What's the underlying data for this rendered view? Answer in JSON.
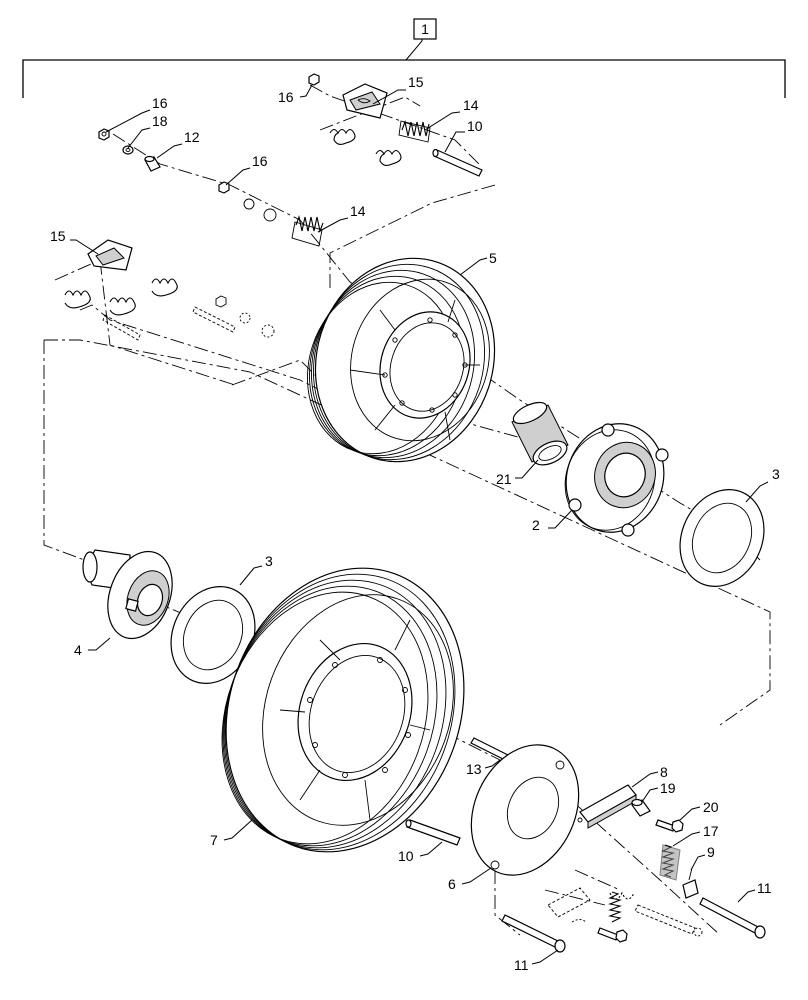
{
  "diagram": {
    "assembly_label": "1",
    "callouts": [
      {
        "id": "c16a",
        "text": "16"
      },
      {
        "id": "c18",
        "text": "18"
      },
      {
        "id": "c12",
        "text": "12"
      },
      {
        "id": "c16b",
        "text": "16"
      },
      {
        "id": "c15a",
        "text": "15"
      },
      {
        "id": "c14a",
        "text": "14"
      },
      {
        "id": "c10a",
        "text": "10"
      },
      {
        "id": "c16c",
        "text": "16"
      },
      {
        "id": "c14b",
        "text": "14"
      },
      {
        "id": "c15b",
        "text": "15"
      },
      {
        "id": "c5",
        "text": "5"
      },
      {
        "id": "c21",
        "text": "21"
      },
      {
        "id": "c2",
        "text": "2"
      },
      {
        "id": "c3a",
        "text": "3"
      },
      {
        "id": "c3b",
        "text": "3"
      },
      {
        "id": "c4",
        "text": "4"
      },
      {
        "id": "c7",
        "text": "7"
      },
      {
        "id": "c13",
        "text": "13"
      },
      {
        "id": "c8",
        "text": "8"
      },
      {
        "id": "c19",
        "text": "19"
      },
      {
        "id": "c20",
        "text": "20"
      },
      {
        "id": "c17",
        "text": "17"
      },
      {
        "id": "c9",
        "text": "9"
      },
      {
        "id": "c10b",
        "text": "10"
      },
      {
        "id": "c6",
        "text": "6"
      },
      {
        "id": "c11a",
        "text": "11"
      },
      {
        "id": "c11b",
        "text": "11"
      }
    ]
  }
}
